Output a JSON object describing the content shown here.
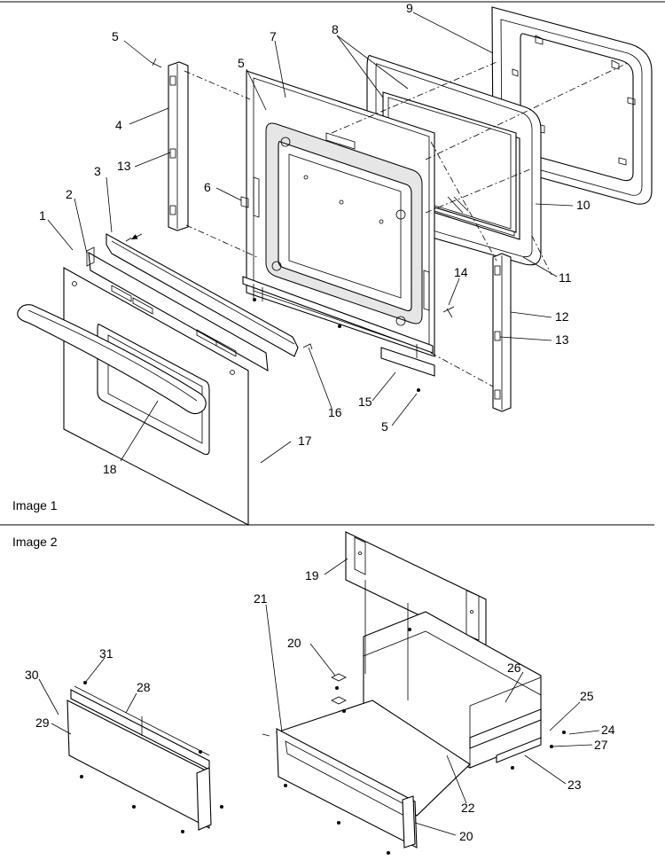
{
  "panels": [
    {
      "label": "Image 1"
    },
    {
      "label": "Image 2"
    }
  ],
  "callouts": {
    "image1": [
      "1",
      "2",
      "3",
      "4",
      "5",
      "5",
      "5",
      "6",
      "7",
      "8",
      "9",
      "10",
      "11",
      "12",
      "13",
      "13",
      "14",
      "15",
      "16",
      "17",
      "18"
    ],
    "image2": [
      "19",
      "20",
      "20",
      "21",
      "22",
      "23",
      "24",
      "25",
      "26",
      "27",
      "28",
      "29",
      "30",
      "31"
    ]
  }
}
